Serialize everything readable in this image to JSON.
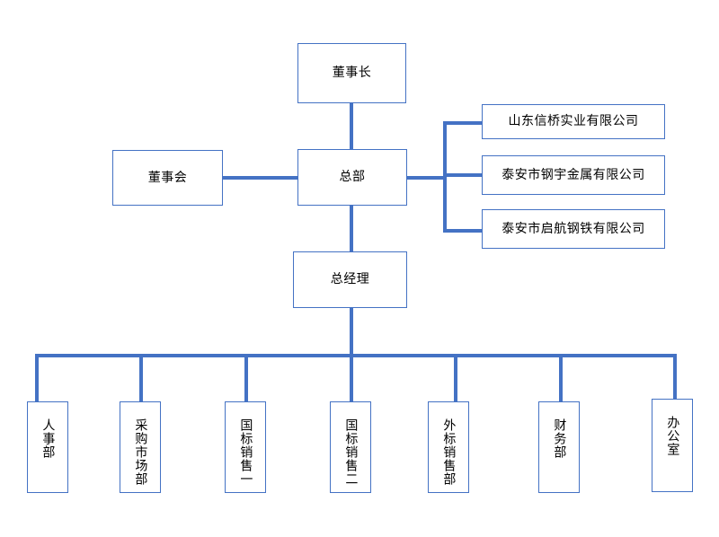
{
  "diagram": {
    "type": "org-chart",
    "title": "",
    "colors": {
      "connector": "#4472C4",
      "box_border": "#4472C4",
      "box_fill": "#FFFFFF",
      "text": "#000000",
      "background": "#FFFFFF"
    },
    "nodes": {
      "chairman": {
        "label": "董事长"
      },
      "board": {
        "label": "董事会"
      },
      "headquarters": {
        "label": "总部"
      },
      "general_manager": {
        "label": "总经理"
      }
    },
    "subsidiaries": [
      {
        "label": "山东信桥实业有限公司"
      },
      {
        "label": "泰安市钢宇金属有限公司"
      },
      {
        "label": "泰安市启航钢铁有限公司"
      }
    ],
    "departments": [
      {
        "label": "人事部"
      },
      {
        "label": "采购市场部"
      },
      {
        "label": "国标销售一"
      },
      {
        "label": "国标销售二"
      },
      {
        "label": "外标销售部"
      },
      {
        "label": "财务部"
      },
      {
        "label": "办公室"
      }
    ]
  }
}
